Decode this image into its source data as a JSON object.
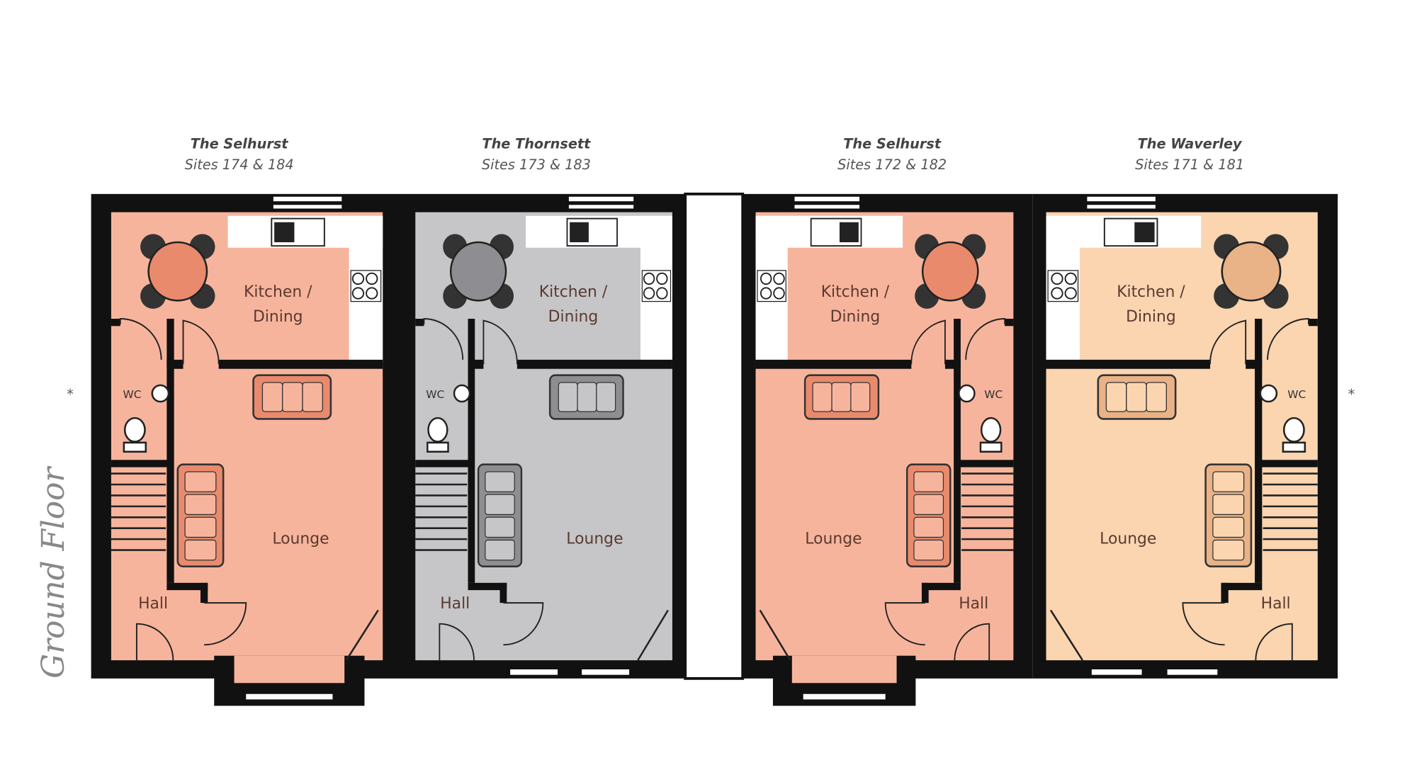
{
  "floor_label": "Ground Floor",
  "marker": "*",
  "units": [
    {
      "name": "The Selhurst",
      "sites": "Sites 174 & 184",
      "fill": "#f7b49c",
      "accent": "#e98a6d",
      "bay": true,
      "mirror": false,
      "rooms": {
        "kitchen_1": "Kitchen /",
        "kitchen_2": "Dining",
        "lounge": "Lounge",
        "hall": "Hall",
        "wc": "WC"
      }
    },
    {
      "name": "The Thornsett",
      "sites": "Sites 173 & 183",
      "fill": "#c6c6c8",
      "accent": "#8e8e92",
      "bay": false,
      "mirror": false,
      "rooms": {
        "kitchen_1": "Kitchen /",
        "kitchen_2": "Dining",
        "lounge": "Lounge",
        "hall": "Hall",
        "wc": "WC"
      }
    },
    {
      "name": "The Selhurst",
      "sites": "Sites 172 & 182",
      "fill": "#f7b49c",
      "accent": "#e98a6d",
      "bay": true,
      "mirror": true,
      "rooms": {
        "kitchen_1": "Kitchen /",
        "kitchen_2": "Dining",
        "lounge": "Lounge",
        "hall": "Hall",
        "wc": "WC"
      }
    },
    {
      "name": "The Waverley",
      "sites": "Sites 171 & 181",
      "fill": "#fbd5b0",
      "accent": "#e9b287",
      "bay": false,
      "mirror": true,
      "rooms": {
        "kitchen_1": "Kitchen /",
        "kitchen_2": "Dining",
        "lounge": "Lounge",
        "hall": "Hall",
        "wc": "WC"
      }
    }
  ]
}
